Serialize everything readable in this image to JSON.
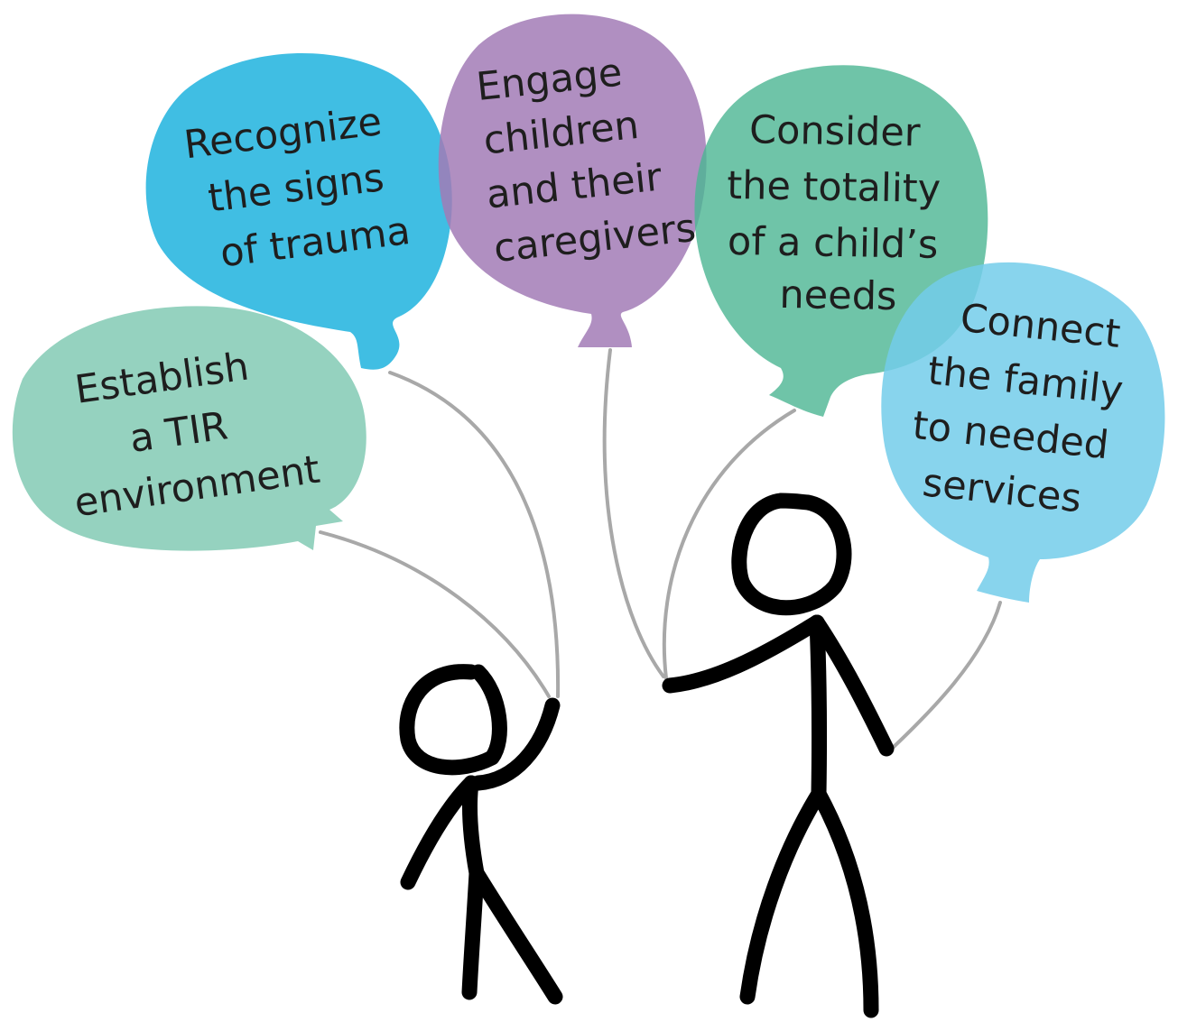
{
  "colors": {
    "establish": "#8fd0bc",
    "recognize": "#1fb3de",
    "engage": "#a27bb6",
    "consider": "#4bb592",
    "connect": "#73cdea",
    "string": "#a8a8a8",
    "figure": "#000000"
  },
  "balloons": [
    {
      "id": "establish",
      "lines": [
        "Establish",
        "a TIR",
        "environment"
      ]
    },
    {
      "id": "recognize",
      "lines": [
        "Recognize",
        "the signs",
        "of trauma"
      ]
    },
    {
      "id": "engage",
      "lines": [
        "Engage",
        "children",
        "and their",
        "caregivers"
      ]
    },
    {
      "id": "consider",
      "lines": [
        "Consider",
        "the totality",
        "of a child’s",
        "needs"
      ]
    },
    {
      "id": "connect",
      "lines": [
        "Connect",
        "the family",
        "to needed",
        "services"
      ]
    }
  ]
}
